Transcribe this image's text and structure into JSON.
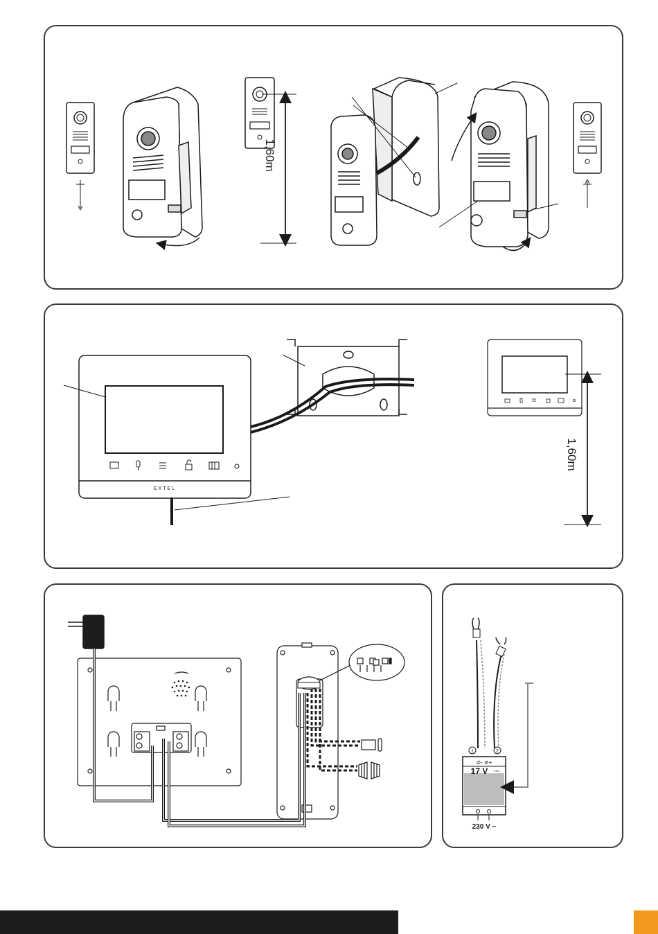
{
  "height_labels": {
    "outdoor_station": "1,60m",
    "monitor": "1,60m"
  },
  "monitor": {
    "brand": "EXTEL"
  },
  "power_supply": {
    "output_label": "17 V",
    "output_symbol": "⎓",
    "output_terminals": "⊘-  ⊘+",
    "input_label": "230 V ~",
    "terminal_1": "1",
    "terminal_2": "2"
  },
  "colors": {
    "panel_border": "#3a3a3a",
    "footer_bar": "#1d1d1d",
    "accent_tab": "#f39a1e",
    "module_body": "#bdbdbd"
  },
  "icons": [
    "doorbell-panel-icon",
    "camera-lens-icon",
    "monitor-screen-icon",
    "microphone-icon",
    "menu-icon",
    "unlock-icon",
    "gate-icon",
    "led-icon",
    "power-adapter-icon",
    "door-lock-icon",
    "gate-motor-icon"
  ]
}
